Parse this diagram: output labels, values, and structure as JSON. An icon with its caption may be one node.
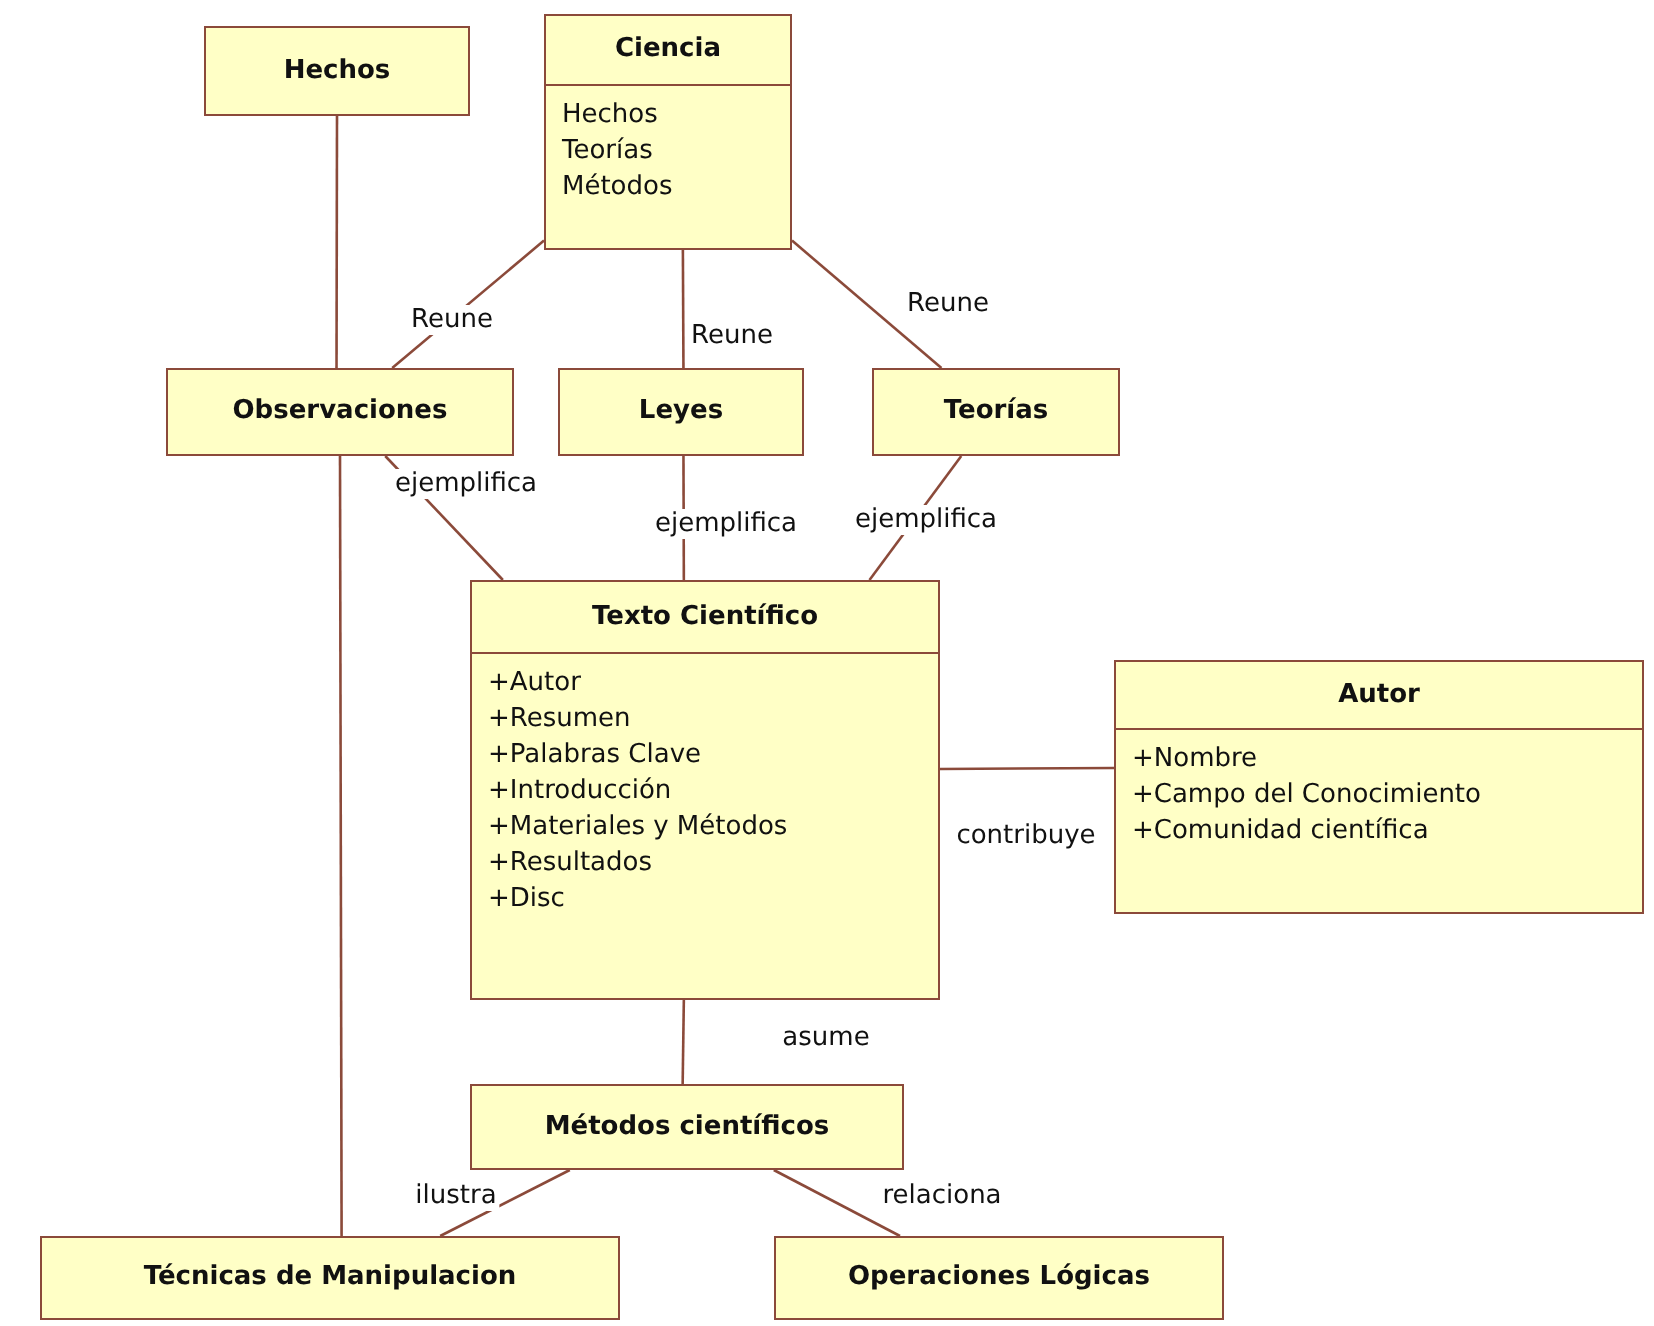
{
  "diagram": {
    "nodes": [
      {
        "text": [
          "Hechos"
        ]
      },
      {
        "text": [
          "Ciencia",
          "Hechos",
          "Teorías",
          "Métodos"
        ]
      },
      {
        "text": [
          "Observaciones"
        ]
      },
      {
        "text": [
          "Leyes"
        ]
      },
      {
        "text": [
          "Teorías"
        ]
      },
      {
        "text": [
          "Texto Científico",
          "+Autor",
          "+Resumen",
          "+Palabras Clave",
          "+Introducción",
          "+Materiales y Métodos",
          "+Resultados",
          "+Disc"
        ]
      },
      {
        "text": [
          "Autor",
          "+Nombre",
          "+Campo del Conocimiento",
          "+Comunidad científica"
        ]
      },
      {
        "text": [
          "Métodos científicos"
        ]
      },
      {
        "text": [
          "Técnicas de Manipulacion"
        ]
      },
      {
        "text": [
          "Operaciones Lógicas"
        ]
      }
    ],
    "edges": [
      {
        "from": 0,
        "to": 2,
        "arrow": "none"
      },
      {
        "from": 1,
        "to": 2,
        "label": "Reune",
        "arrow": "none"
      },
      {
        "from": 1,
        "to": 3,
        "label": "Reune",
        "arrow": "none"
      },
      {
        "from": 1,
        "to": 4,
        "label": "Reune",
        "arrow": "none"
      },
      {
        "from": 2,
        "to": 5,
        "label": "ejemplifica",
        "arrow": "none"
      },
      {
        "from": 3,
        "to": 5,
        "label": "ejemplifica",
        "arrow": "none"
      },
      {
        "from": 4,
        "to": 5,
        "label": "ejemplifica",
        "arrow": "none"
      },
      {
        "from": 2,
        "to": 8,
        "arrow": "none"
      },
      {
        "from": 5,
        "to": 6,
        "label": "contribuye",
        "arrow": "none"
      },
      {
        "from": 5,
        "to": 7,
        "label": "asume",
        "arrow": "none"
      },
      {
        "from": 7,
        "to": 8,
        "label": "ilustra",
        "arrow": "none"
      },
      {
        "from": 7,
        "to": 9,
        "label": "relaciona",
        "arrow": "none"
      }
    ]
  }
}
